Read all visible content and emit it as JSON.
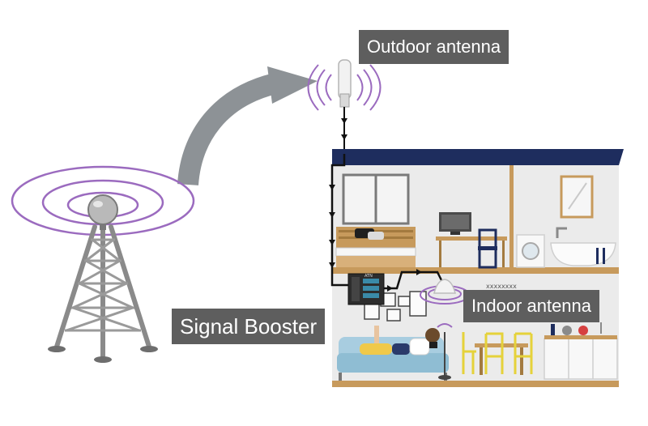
{
  "labels": {
    "outdoor_antenna": "Outdoor antenna",
    "indoor_antenna": "Indoor antenna",
    "signal_booster": "Signal Booster"
  },
  "device_text": {
    "booster_brand": "ATN"
  },
  "colors": {
    "label_bg": "#5e5e5e",
    "label_text": "#ffffff",
    "signal_wave": "#9b6bbf",
    "roof": "#1e2d5e",
    "cable": "#111111",
    "arrow": "#8d9296",
    "tower": "#8a8a8a",
    "floor_wood": "#c79a5c",
    "sofa": "#a8cde0"
  },
  "icons": [
    "cell-tower-icon",
    "outdoor-antenna-icon",
    "signal-booster-icon",
    "indoor-antenna-icon",
    "arrow-icon"
  ]
}
